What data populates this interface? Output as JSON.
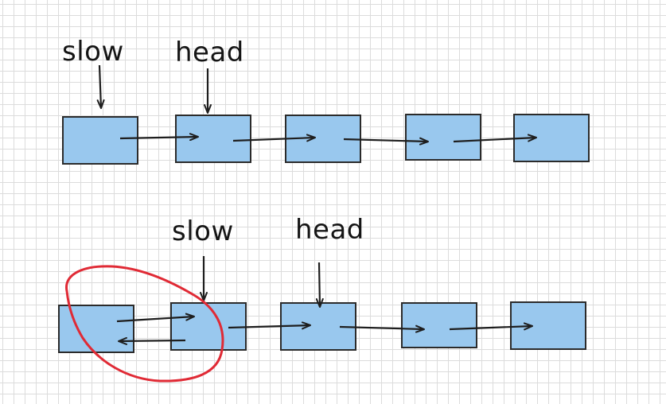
{
  "colors": {
    "node_fill": "#99c8ee",
    "node_stroke": "#2b2b2b",
    "arrow": "#1e1e1e",
    "highlight": "#e02a35",
    "grid": "#dcdcdc"
  },
  "row1": {
    "label_slow": "slow",
    "label_head": "head",
    "node_count": 5
  },
  "row2": {
    "label_slow": "slow",
    "label_head": "head",
    "node_count": 5,
    "circled": "first two nodes (reversed link)"
  }
}
